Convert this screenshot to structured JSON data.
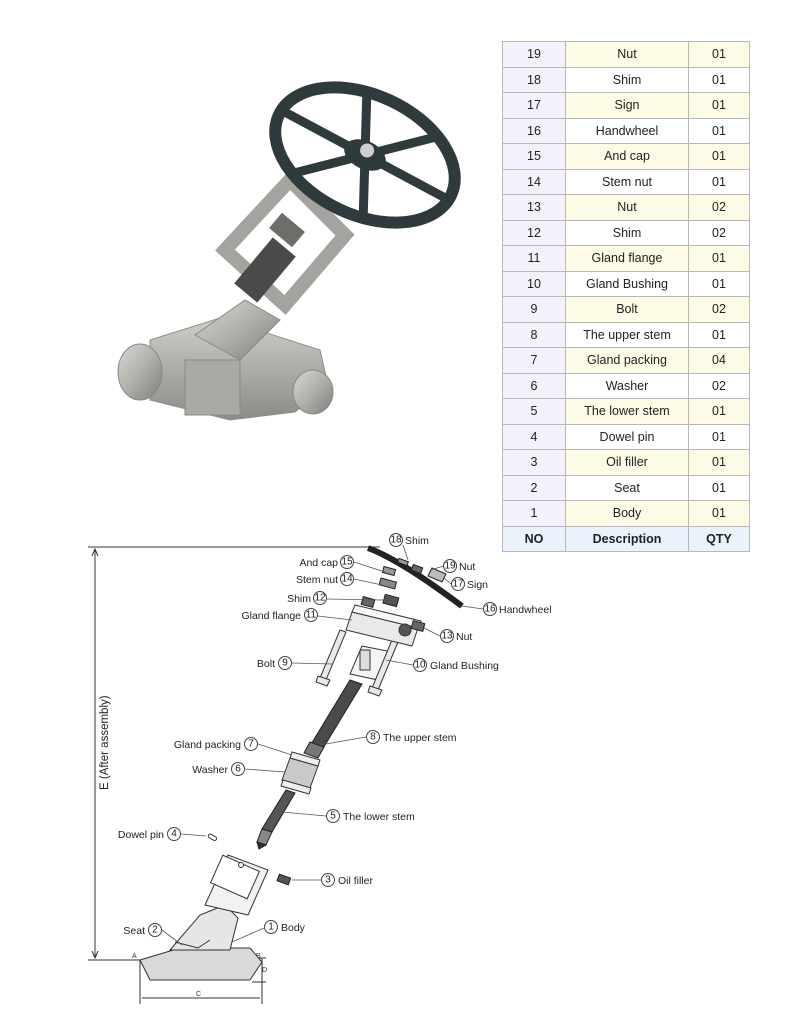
{
  "table": {
    "header": {
      "no": "NO",
      "description": "Description",
      "qty": "QTY"
    },
    "rows": [
      {
        "no": "19",
        "description": "Nut",
        "qty": "01"
      },
      {
        "no": "18",
        "description": "Shim",
        "qty": "01"
      },
      {
        "no": "17",
        "description": "Sign",
        "qty": "01"
      },
      {
        "no": "16",
        "description": "Handwheel",
        "qty": "01"
      },
      {
        "no": "15",
        "description": "And cap",
        "qty": "01"
      },
      {
        "no": "14",
        "description": "Stem nut",
        "qty": "01"
      },
      {
        "no": "13",
        "description": "Nut",
        "qty": "02"
      },
      {
        "no": "12",
        "description": "Shim",
        "qty": "02"
      },
      {
        "no": "11",
        "description": "Gland flange",
        "qty": "01"
      },
      {
        "no": "10",
        "description": "Gland Bushing",
        "qty": "01"
      },
      {
        "no": "9",
        "description": "Bolt",
        "qty": "02"
      },
      {
        "no": "8",
        "description": "The upper stem",
        "qty": "01"
      },
      {
        "no": "7",
        "description": "Gland packing",
        "qty": "04"
      },
      {
        "no": "6",
        "description": "Washer",
        "qty": "02"
      },
      {
        "no": "5",
        "description": "The lower stem",
        "qty": "01"
      },
      {
        "no": "4",
        "description": "Dowel pin",
        "qty": "01"
      },
      {
        "no": "3",
        "description": "Oil filler",
        "qty": "01"
      },
      {
        "no": "2",
        "description": "Seat",
        "qty": "01"
      },
      {
        "no": "1",
        "description": "Body",
        "qty": "01"
      }
    ]
  },
  "diagram": {
    "vertical_dimension_label": "E (After assembly)",
    "dimension_letters": {
      "a": "A",
      "b": "B",
      "c": "C",
      "d": "D"
    },
    "callouts": [
      {
        "num": "18",
        "label": "Shim"
      },
      {
        "num": "19",
        "label": "Nut"
      },
      {
        "num": "17",
        "label": "Sign"
      },
      {
        "num": "15",
        "label": "And cap"
      },
      {
        "num": "14",
        "label": "Stem nut"
      },
      {
        "num": "12",
        "label": "Shim"
      },
      {
        "num": "11",
        "label": "Gland flange"
      },
      {
        "num": "16",
        "label": "Handwheel"
      },
      {
        "num": "13",
        "label": "Nut"
      },
      {
        "num": "9",
        "label": "Bolt"
      },
      {
        "num": "10",
        "label": "Gland Bushing"
      },
      {
        "num": "8",
        "label": "The upper stem"
      },
      {
        "num": "7",
        "label": "Gland packing"
      },
      {
        "num": "6",
        "label": "Washer"
      },
      {
        "num": "5",
        "label": "The lower stem"
      },
      {
        "num": "4",
        "label": "Dowel pin"
      },
      {
        "num": "3",
        "label": "Oil filler"
      },
      {
        "num": "2",
        "label": "Seat"
      },
      {
        "num": "1",
        "label": "Body"
      }
    ]
  },
  "colors": {
    "photo_metal": "#b6b6b2",
    "handwheel": "#2f3a3c",
    "table_no_bg": "#f4f1fb",
    "table_alt_bg": "#fdfbe6",
    "table_head_bg": "#eaf3fb"
  }
}
